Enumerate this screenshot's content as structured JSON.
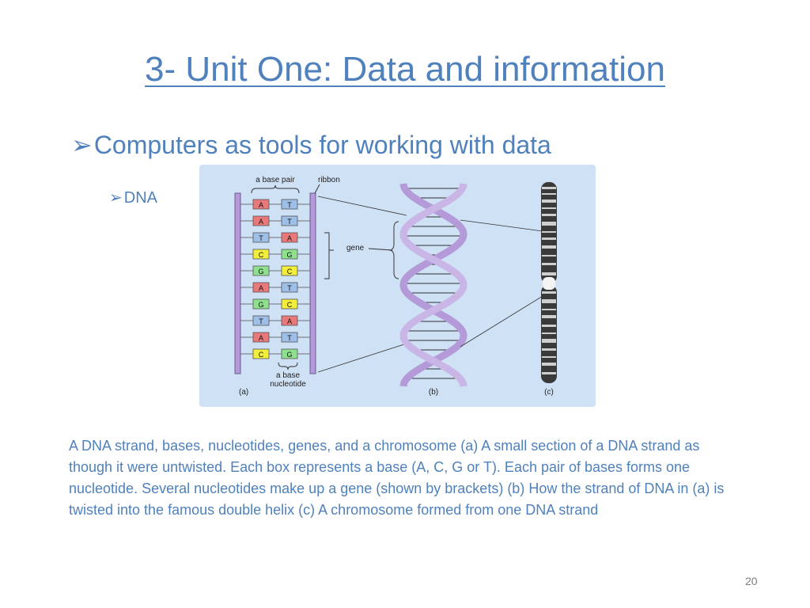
{
  "slide": {
    "title": "3- Unit One: Data and information",
    "bullet_level1": "Computers as tools for working with data",
    "bullet_level2": "DNA",
    "caption": "A DNA strand, bases, nucleotides, genes, and a chromosome (a) A small section of a DNA strand as though it were untwisted. Each box represents a base (A, C, G or T). Each pair of bases forms one nucleotide. Several nucleotides make up a gene (shown by brackets) (b) How the strand of DNA in (a) is twisted into the famous double helix (c) A chromosome formed from one DNA strand",
    "page_number": "20"
  },
  "figure": {
    "labels": {
      "ribbon": "ribbon",
      "base_pair": "a base pair",
      "gene": "gene",
      "base_nucleotide_line1": "a base",
      "base_nucleotide_line2": "nucleotide",
      "panel_a": "(a)",
      "panel_b": "(b)",
      "panel_c": "(c)"
    },
    "base_pairs": [
      {
        "left": "A",
        "right": "T"
      },
      {
        "left": "A",
        "right": "T"
      },
      {
        "left": "T",
        "right": "A"
      },
      {
        "left": "C",
        "right": "G"
      },
      {
        "left": "G",
        "right": "C"
      },
      {
        "left": "A",
        "right": "T"
      },
      {
        "left": "G",
        "right": "C"
      },
      {
        "left": "T",
        "right": "A"
      },
      {
        "left": "A",
        "right": "T"
      },
      {
        "left": "C",
        "right": "G"
      }
    ],
    "base_colors": {
      "A": "#E8787A",
      "T": "#9DBFE8",
      "C": "#F2EE3A",
      "G": "#8EE08E"
    },
    "ribbon_color": "#B49AD8"
  }
}
